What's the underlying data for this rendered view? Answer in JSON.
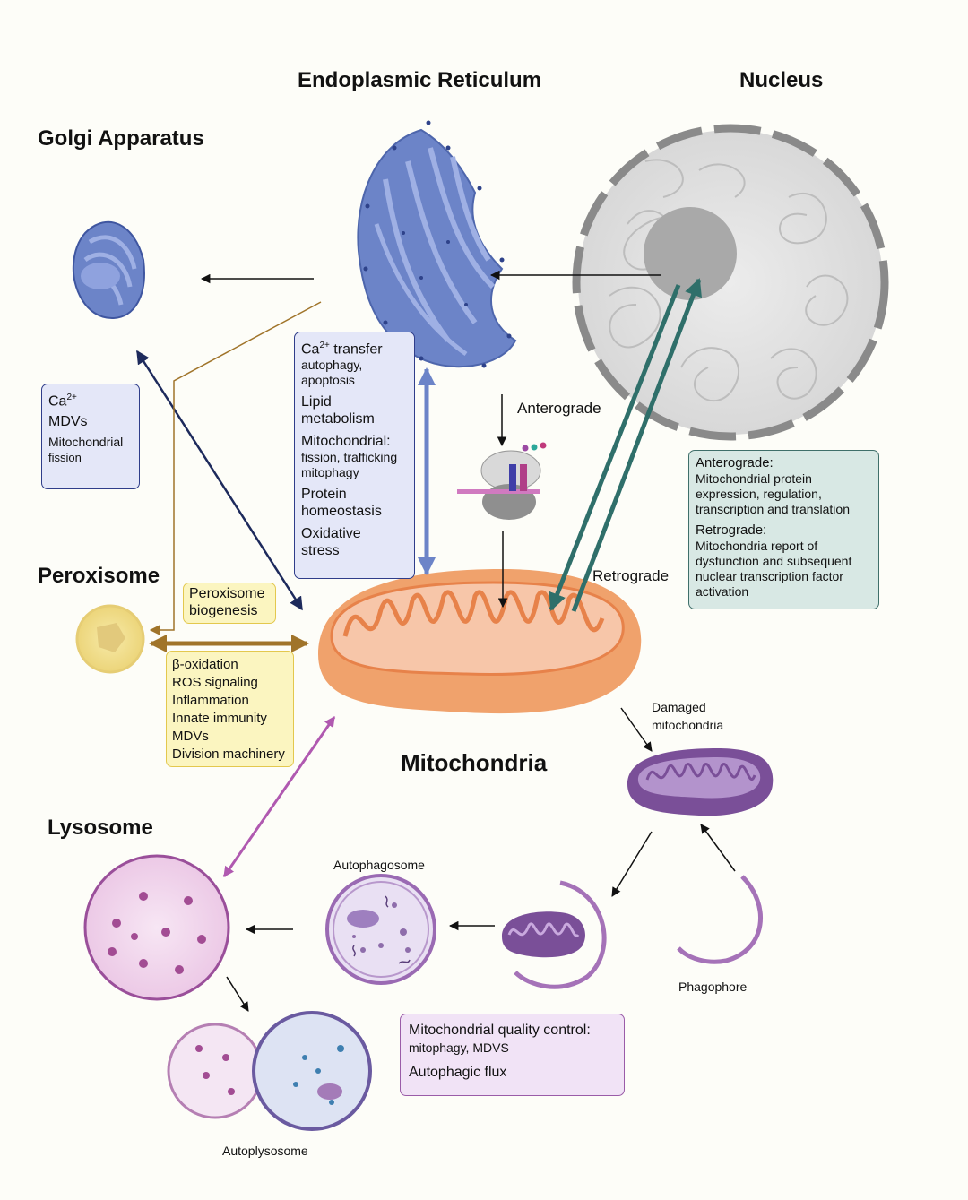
{
  "titles": {
    "er": "Endoplasmic Reticulum",
    "nucleus": "Nucleus",
    "golgi": "Golgi Apparatus",
    "peroxisome": "Peroxisome",
    "mitochondria": "Mitochondria",
    "lysosome": "Lysosome"
  },
  "labels": {
    "anterograde": "Anterograde",
    "retrograde": "Retrograde",
    "damaged_1": "Damaged",
    "damaged_2": "mitochondria",
    "autophagosome": "Autophagosome",
    "phagophore": "Phagophore",
    "autolysosome": "Autoplysosome"
  },
  "golgi_box": {
    "ca": "Ca",
    "ca_sup": "2+",
    "mdvs": "MDVs",
    "fission_1": "Mitochondrial",
    "fission_2": "fission"
  },
  "er_box": {
    "ca": "Ca",
    "ca_sup": "2+",
    "ca_rest": " transfer",
    "ca_sub_1": "autophagy,",
    "ca_sub_2": "apoptosis",
    "lipid_1": "Lipid",
    "lipid_2": "metabolism",
    "mito_1": "Mitochondrial:",
    "mito_sub_1": "fission, trafficking",
    "mito_sub_2": "mitophagy",
    "protein_1": "Protein",
    "protein_2": "homeostasis",
    "ox_1": "Oxidative",
    "ox_2": "stress"
  },
  "nucleus_box": {
    "antero_head": "Anterograde:",
    "antero_1": "Mitochondrial protein",
    "antero_2": "expression, regulation,",
    "antero_3": "transcription and translation",
    "retro_head": "Retrograde:",
    "retro_1": "Mitochondria report of",
    "retro_2": "dysfunction and subsequent",
    "retro_3": "nuclear transcription factor",
    "retro_4": "activation"
  },
  "perox_biogenesis": {
    "line_1": "Peroxisome",
    "line_2": "biogenesis"
  },
  "perox_box": [
    "β-oxidation",
    "ROS signaling",
    "Inflammation",
    "Innate immunity",
    "MDVs",
    "Division machinery"
  ],
  "lyso_box": {
    "head": "Mitochondrial quality control:",
    "sub": "mitophagy, MDVS",
    "flux": "Autophagic flux"
  },
  "colors": {
    "background": "#fdfdf8",
    "er_blue": "#6c84c8",
    "golgi_box_fill": "#e4e7f8",
    "golgi_box_border": "#2f3d8a",
    "nucleus_box_fill": "#d8e8e4",
    "nucleus_box_border": "#3f6f6a",
    "perox_box_fill": "#fbf5c0",
    "perox_box_border": "#e3c84e",
    "lyso_box_fill": "#f1e3f6",
    "lyso_box_border": "#9a5ca8",
    "mito_orange": "#f0a26c",
    "teal_arrow": "#2f6f6a",
    "navy_arrow": "#1d2a5c",
    "brown_arrow": "#a0742a",
    "purple_arrow": "#b059b0"
  }
}
